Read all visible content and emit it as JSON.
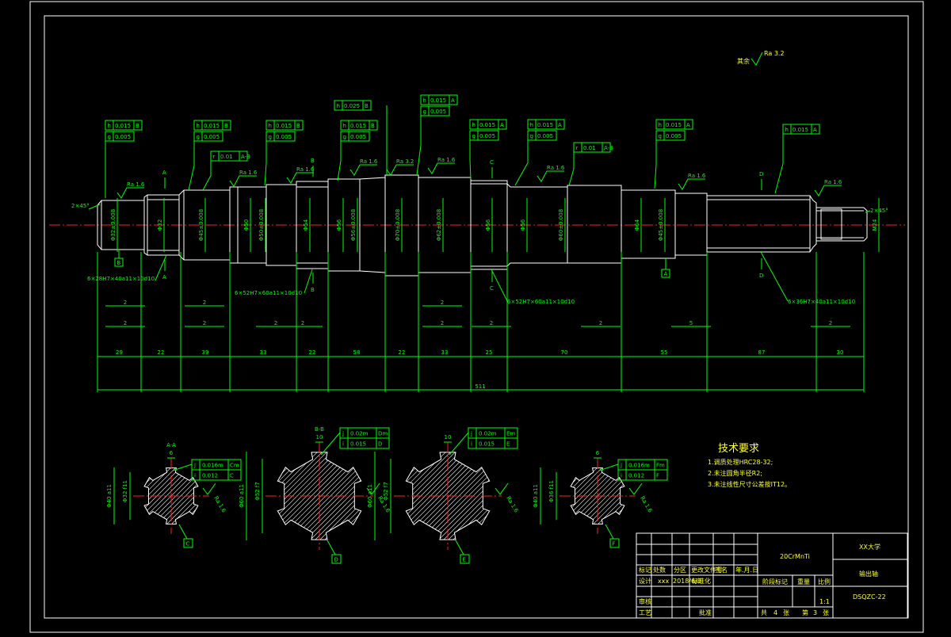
{
  "roughness_note": {
    "label": "其余",
    "value": "Ra 3.2"
  },
  "shaft": {
    "diameters": [
      "Φ32±0.008",
      "Φ32",
      "Φ45±0.008",
      "Φ50",
      "Φ50±0.008",
      "Φ54",
      "Φ56",
      "Φ56±0.008",
      "Φ70±0.008",
      "Φ62±0.008",
      "Φ56",
      "Φ56",
      "Φ60±0.008",
      "Φ64",
      "Φ45±0.008",
      "M24"
    ],
    "roughness": [
      "Ra 1.6",
      "Ra 1.6",
      "Ra 1.6",
      "Ra 1.6",
      "Ra 3.2",
      "Ra 1.6",
      "Ra 1.6",
      "Ra 1.6",
      "Ra 1.6"
    ],
    "chamfers": [
      "2×45°",
      "2×45°"
    ],
    "section_marks": [
      "A",
      "A",
      "B",
      "B",
      "C",
      "C",
      "D",
      "D"
    ],
    "datum_labels": [
      "B",
      "A"
    ],
    "spline_notes": [
      "6×28H7×40a11×10d10",
      "6×52H7×60a11×10d10",
      "6×52H7×60a11×10d10",
      "6×36H7×40a11×10d10"
    ],
    "tolerance_frames": [
      [
        "h",
        "0.015",
        "B"
      ],
      [
        "g",
        "0.005",
        ""
      ],
      [
        "h",
        "0.015",
        "B"
      ],
      [
        "g",
        "0.005",
        ""
      ],
      [
        "r",
        "0.01",
        "A-B"
      ],
      [
        "h",
        "0.015",
        "B"
      ],
      [
        "g",
        "0.005",
        ""
      ],
      [
        "h",
        "0.015",
        "B"
      ],
      [
        "g",
        "0.005",
        ""
      ],
      [
        "h",
        "0.025",
        "B"
      ],
      [
        "h",
        "0.015",
        "A"
      ],
      [
        "g",
        "0.005",
        ""
      ],
      [
        "h",
        "0.015",
        "A"
      ],
      [
        "g",
        "0.005",
        ""
      ],
      [
        "h",
        "0.015",
        "A"
      ],
      [
        "g",
        "0.005",
        ""
      ],
      [
        "r",
        "0.01",
        "A-B"
      ],
      [
        "h",
        "0.015",
        "A"
      ],
      [
        "g",
        "0.005",
        ""
      ],
      [
        "h",
        "0.015",
        "A"
      ]
    ],
    "small_dims": [
      "2",
      "2",
      "2",
      "2",
      "2",
      "2",
      "2",
      "2",
      "2",
      "2",
      "5",
      "2"
    ],
    "segment_lengths": [
      "29",
      "22",
      "39",
      "33",
      "22",
      "58",
      "22",
      "33",
      "25",
      "70",
      "55",
      "87",
      "30"
    ],
    "total_length": "511"
  },
  "sections": [
    {
      "title": "A-A",
      "key": "6",
      "dia1": "Φ32 f11",
      "dia2": "Φ40 a11",
      "ra": "Ra 1.6",
      "datum": "C",
      "frame": [
        [
          "j",
          "0.016m",
          "Cm"
        ],
        [
          "i",
          "0.012",
          "C"
        ]
      ]
    },
    {
      "title": "B-B",
      "key": "10",
      "dia1": "Φ52 f7",
      "dia2": "Φ60 a11",
      "ra": "Ra 1.6",
      "datum": "D",
      "frame": [
        [
          "j",
          "0.02m",
          "Dm"
        ],
        [
          "i",
          "0.015",
          "D"
        ]
      ]
    },
    {
      "title": "",
      "key": "10",
      "dia1": "Φ52 f7",
      "dia2": "Φ60 a11",
      "ra": "Ra 1.6",
      "datum": "E",
      "frame": [
        [
          "j",
          "0.02m",
          "Em"
        ],
        [
          "i",
          "0.015",
          "E"
        ]
      ]
    },
    {
      "title": "",
      "key": "6",
      "dia1": "Φ36 f11",
      "dia2": "Φ40 a11",
      "ra": "Ra 1.6",
      "datum": "F",
      "frame": [
        [
          "j",
          "0.016m",
          "Fm"
        ],
        [
          "i",
          "0.012",
          "F"
        ]
      ]
    }
  ],
  "tech_req": {
    "title": "技术要求",
    "items": [
      "1.调质处理HRC28-32;",
      "2.未注圆角半径R2;",
      "3.未注线性尺寸公差按IT12。"
    ]
  },
  "title_block": {
    "material": "20CrMnTi",
    "school": "XX大学",
    "part_name": "输出轴",
    "drawing_no": "DSQZC-22",
    "scale": "1:1",
    "sheet_info": [
      "共",
      "4",
      "张",
      "第",
      "3",
      "张"
    ],
    "headers": [
      "标记",
      "处数",
      "分区",
      "更改文件号",
      "签名",
      "年.月.日"
    ],
    "row_design": [
      "设计",
      "xxx",
      "2018/6/8",
      "标准化"
    ],
    "phase_labels": [
      "阶段标记",
      "重量",
      "比例"
    ],
    "audit": "审核",
    "craft": "工艺",
    "approve": "批准"
  }
}
